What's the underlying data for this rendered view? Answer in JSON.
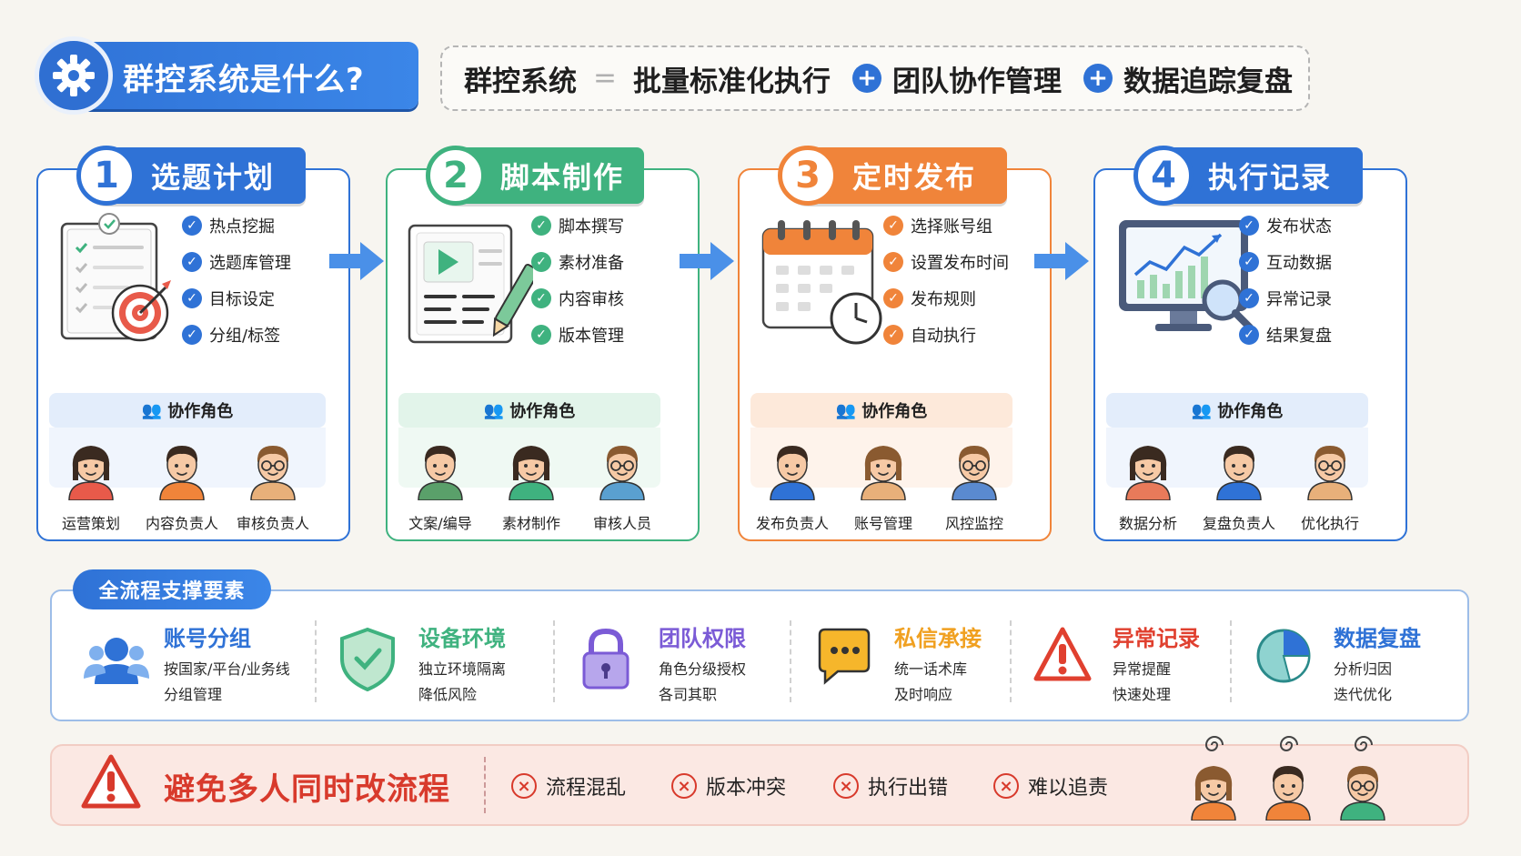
{
  "header": {
    "title": "群控系统是什么?",
    "formula": {
      "left": "群控系统",
      "eq": "=",
      "item1": "批量标准化执行",
      "plus": "+",
      "item2": "团队协作管理",
      "item3": "数据追踪复盘"
    }
  },
  "steps": [
    {
      "num": "1",
      "title": "选题计划",
      "color": "#2f72d6",
      "light": "#e3edfb",
      "icon": "checklist-target-icon",
      "checks": [
        "热点挖掘",
        "选题库管理",
        "目标设定",
        "分组/标签"
      ],
      "roles_label": "协作角色",
      "roles": [
        "运营策划",
        "内容负责人",
        "审核负责人"
      ]
    },
    {
      "num": "2",
      "title": "脚本制作",
      "color": "#3fb27f",
      "light": "#e2f4ea",
      "icon": "script-video-pencil-icon",
      "checks": [
        "脚本撰写",
        "素材准备",
        "内容审核",
        "版本管理"
      ],
      "roles_label": "协作角色",
      "roles": [
        "文案/编导",
        "素材制作",
        "审核人员"
      ]
    },
    {
      "num": "3",
      "title": "定时发布",
      "color": "#f0843a",
      "light": "#fde9da",
      "icon": "calendar-clock-icon",
      "checks": [
        "选择账号组",
        "设置发布时间",
        "发布规则",
        "自动执行"
      ],
      "roles_label": "协作角色",
      "roles": [
        "发布负责人",
        "账号管理",
        "风控监控"
      ]
    },
    {
      "num": "4",
      "title": "执行记录",
      "color": "#2f72d6",
      "light": "#e3edfb",
      "icon": "monitor-chart-magnifier-icon",
      "checks": [
        "发布状态",
        "互动数据",
        "异常记录",
        "结果复盘"
      ],
      "roles_label": "协作角色",
      "roles": [
        "数据分析",
        "复盘负责人",
        "优化执行"
      ]
    }
  ],
  "support": {
    "tag": "全流程支撑要素",
    "items": [
      {
        "title": "账号分组",
        "lines": [
          "按国家/平台/业务线",
          "分组管理"
        ],
        "color": "#2f72d6",
        "icon": "user-group-icon"
      },
      {
        "title": "设备环境",
        "lines": [
          "独立环境隔离",
          "降低风险"
        ],
        "color": "#3fb27f",
        "icon": "shield-icon"
      },
      {
        "title": "团队权限",
        "lines": [
          "角色分级授权",
          "各司其职"
        ],
        "color": "#7b5bd6",
        "icon": "lock-icon"
      },
      {
        "title": "私信承接",
        "lines": [
          "统一话术库",
          "及时响应"
        ],
        "color": "#f0a020",
        "icon": "chat-bubble-icon"
      },
      {
        "title": "异常记录",
        "lines": [
          "异常提醒",
          "快速处理"
        ],
        "color": "#e0402f",
        "icon": "warning-triangle-icon"
      },
      {
        "title": "数据复盘",
        "lines": [
          "分析归因",
          "迭代优化"
        ],
        "color": "#2f72d6",
        "icon": "pie-chart-icon"
      }
    ]
  },
  "warning": {
    "title": "避免多人同时改流程",
    "items": [
      "流程混乱",
      "版本冲突",
      "执行出错",
      "难以追责"
    ],
    "x_glyph": "×"
  }
}
